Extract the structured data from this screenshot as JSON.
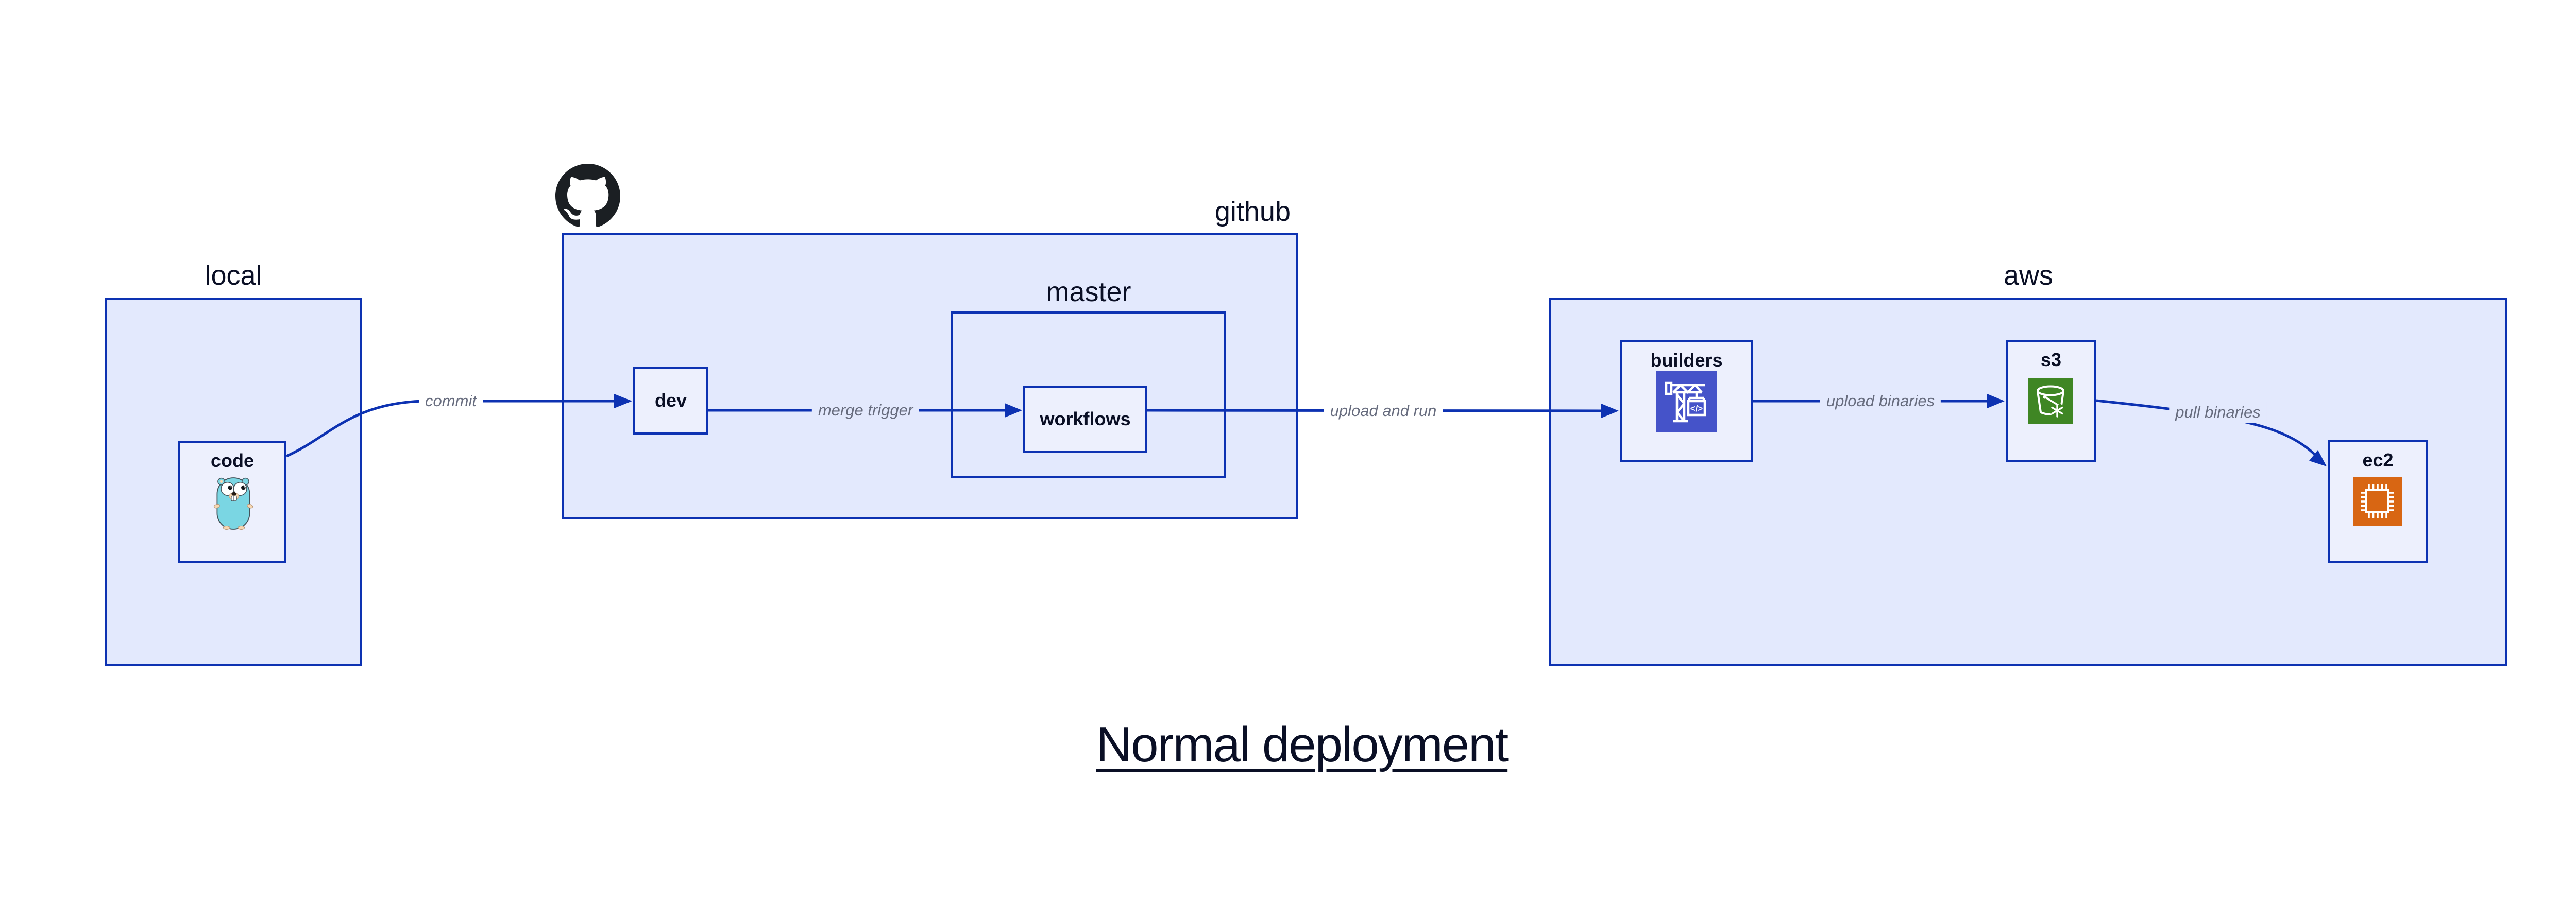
{
  "title": {
    "text": "Normal deployment"
  },
  "diagram": {
    "containers": {
      "local": {
        "label": "local"
      },
      "github": {
        "label": "github"
      },
      "master": {
        "label": "master"
      },
      "aws": {
        "label": "aws"
      }
    },
    "nodes": {
      "code": {
        "label": "code",
        "icon": "go-gopher-icon"
      },
      "dev": {
        "label": "dev"
      },
      "workflows": {
        "label": "workflows"
      },
      "builders": {
        "label": "builders",
        "icon": "codebuild-crane-icon"
      },
      "s3": {
        "label": "s3",
        "icon": "s3-bucket-icon"
      },
      "ec2": {
        "label": "ec2",
        "icon": "ec2-chip-icon"
      }
    },
    "edges": {
      "commit": {
        "label": "commit"
      },
      "merge_trigger": {
        "label": "merge trigger"
      },
      "upload_and_run": {
        "label": "upload and run"
      },
      "upload_binaries": {
        "label": "upload binaries"
      },
      "pull_binaries": {
        "label": "pull binaries"
      }
    },
    "icons": {
      "github_mark": "github-octocat-icon"
    },
    "colors": {
      "stroke_blue": "#0D32B2",
      "container_fill": "#E3E9FD",
      "node_fill": "#EDF0FD",
      "label_text": "#0A0F25",
      "edge_label_text": "#676C7E",
      "codebuild_icon_bg": "#4553C9",
      "s3_icon_bg": "#3F8624",
      "ec2_icon_bg": "#D86613",
      "octocat_black": "#1B1F23",
      "gopher_body": "#7AD6E3"
    }
  }
}
